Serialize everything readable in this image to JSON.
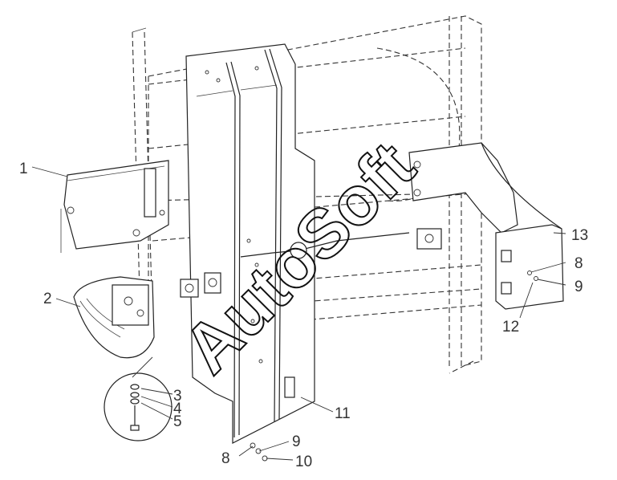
{
  "callouts": [
    {
      "id": "c1",
      "text": "1"
    },
    {
      "id": "c2",
      "text": "2"
    },
    {
      "id": "c3",
      "text": "3"
    },
    {
      "id": "c4",
      "text": "4"
    },
    {
      "id": "c5",
      "text": "5"
    },
    {
      "id": "c8a",
      "text": "8"
    },
    {
      "id": "c8b",
      "text": "8"
    },
    {
      "id": "c9a",
      "text": "9"
    },
    {
      "id": "c9b",
      "text": "9"
    },
    {
      "id": "c10",
      "text": "10"
    },
    {
      "id": "c11",
      "text": "11"
    },
    {
      "id": "c12",
      "text": "12"
    },
    {
      "id": "c13",
      "text": "13"
    }
  ],
  "watermark": "AutoSoft",
  "colors": {
    "line": "#222222",
    "background": "#ffffff"
  }
}
